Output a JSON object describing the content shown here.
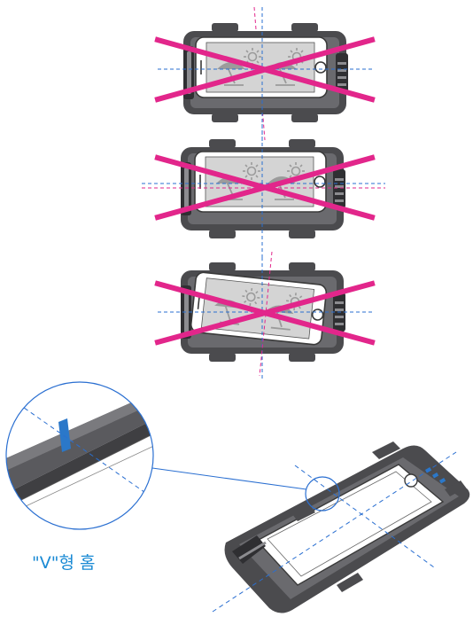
{
  "caption": "\"V\"형 홈",
  "colors": {
    "cross": "#e2268b",
    "guide": "#2a6fd1",
    "case_dark": "#4b4b4e",
    "case_mid": "#6a6a6e",
    "case_light": "#8c8c90",
    "screen": "#d4d4d4",
    "icon": "#9b9b9b",
    "label": "#1a8ad4",
    "accent": "#2b78c9"
  },
  "figures": [
    {
      "id": "misaligned-vertical",
      "status": "incorrect"
    },
    {
      "id": "misaligned-horizontal",
      "status": "incorrect"
    },
    {
      "id": "rotated",
      "status": "incorrect"
    },
    {
      "id": "v-groove-detail",
      "status": "reference"
    }
  ]
}
